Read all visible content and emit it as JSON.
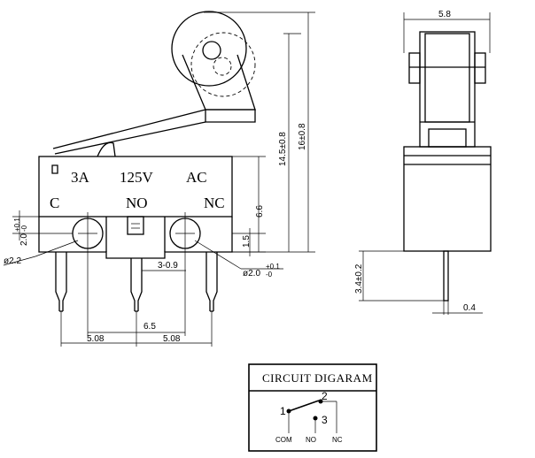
{
  "labels": {
    "rating_current": "3A",
    "rating_voltage": "125V",
    "rating_type": "AC",
    "terminal_c": "C",
    "terminal_no": "NO",
    "terminal_nc": "NC"
  },
  "dimensions": {
    "side_width": "5.8",
    "height_lever": "14.5±0.8",
    "height_total": "16±0.8",
    "body_height": "6.6",
    "pin_offset": "1.5",
    "hole_left": "ø2.2",
    "hole_right_base": "ø2.0",
    "hole_right_tol": "+0.1",
    "hole_right_tol2": "-0",
    "edge_base": "2.0",
    "edge_tol": "+0.1",
    "edge_tol2": "-0",
    "pin_width": "3-0.9",
    "pitch_total": "6.5",
    "pitch_left": "5.08",
    "pitch_right": "5.08",
    "pin_length": "3.4±0.2",
    "pin_thickness": "0.4"
  },
  "circuit": {
    "title": "CIRCUIT DIGARAM",
    "pin1": "1",
    "pin2": "2",
    "pin3": "3",
    "com": "COM",
    "no": "NO",
    "nc": "NC"
  }
}
